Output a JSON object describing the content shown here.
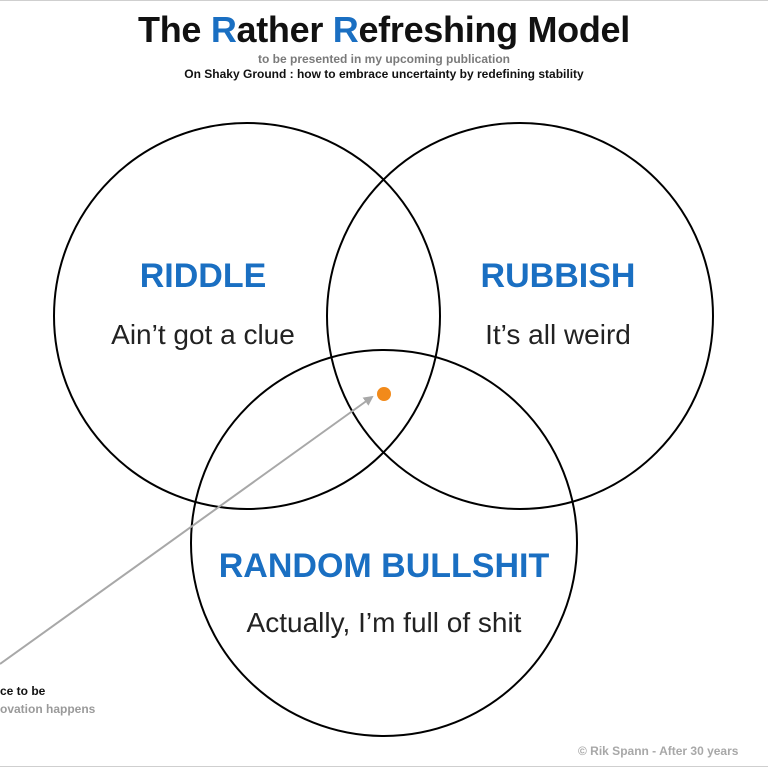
{
  "header": {
    "title_parts": [
      "The ",
      "R",
      "ather ",
      "R",
      "efreshing Model"
    ],
    "subtitle_line1": "to be presented in my upcoming publication",
    "subtitle_line2": "On Shaky Ground : how to embrace uncertainty by redefining stability"
  },
  "venn": {
    "circles": [
      {
        "heading": "RIDDLE",
        "subtext": "Ain’t got a clue"
      },
      {
        "heading": "RUBBISH",
        "subtext": "It’s all weird"
      },
      {
        "heading": "RANDOM BULLSHIT",
        "subtext": "Actually, I’m full of shit"
      }
    ]
  },
  "callout": {
    "line1": "ce to be",
    "line2": "ovation happens"
  },
  "footer": {
    "credit": "© Rik Spann - After 30 years"
  },
  "colors": {
    "accent": "#1a6fc2",
    "marker": "#f28a1a",
    "arrow": "#a8a8a8",
    "outline": "#000000"
  }
}
